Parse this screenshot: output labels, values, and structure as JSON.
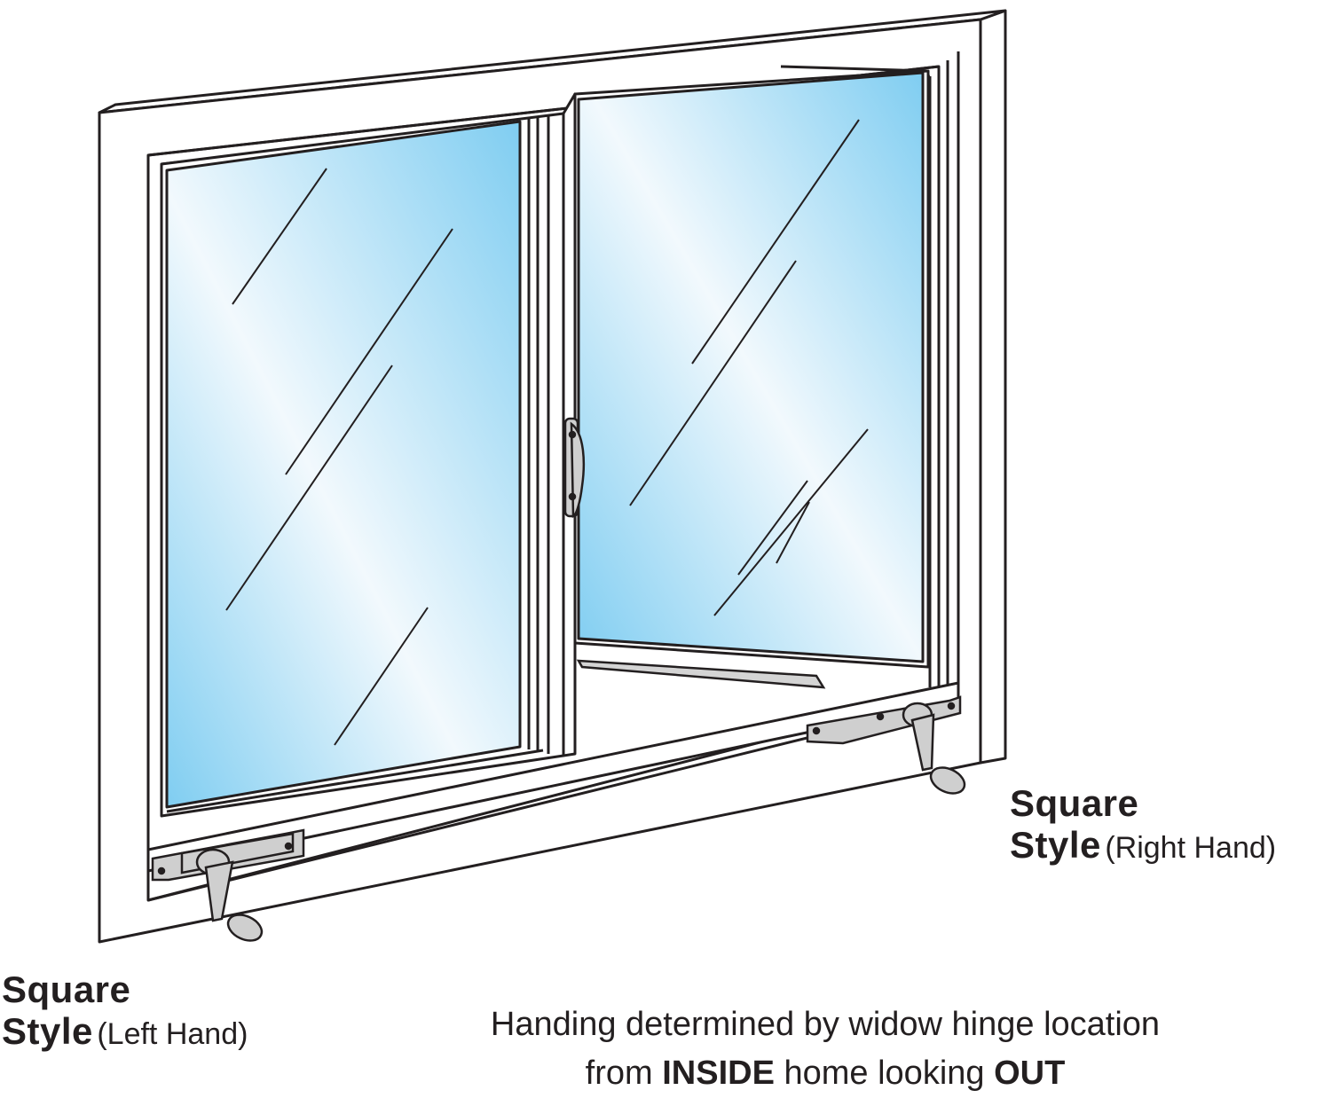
{
  "labels": {
    "left": {
      "title_line1": "Square",
      "title_line2": "Style",
      "hand": "(Left Hand)"
    },
    "right": {
      "title_line1": "Square",
      "title_line2": "Style",
      "hand": "(Right Hand)"
    }
  },
  "caption": {
    "line1": "Handing determined by widow hinge location",
    "line2_before": "from ",
    "line2_emph1": "INSIDE",
    "line2_middle": " home looking ",
    "line2_emph2": "OUT"
  },
  "colors": {
    "outline": "#231f20",
    "frame_fill": "#ffffff",
    "glass_edge": "#7fcdf1",
    "glass_center": "#f2f9fd",
    "hardware": "#c9c9c9"
  }
}
